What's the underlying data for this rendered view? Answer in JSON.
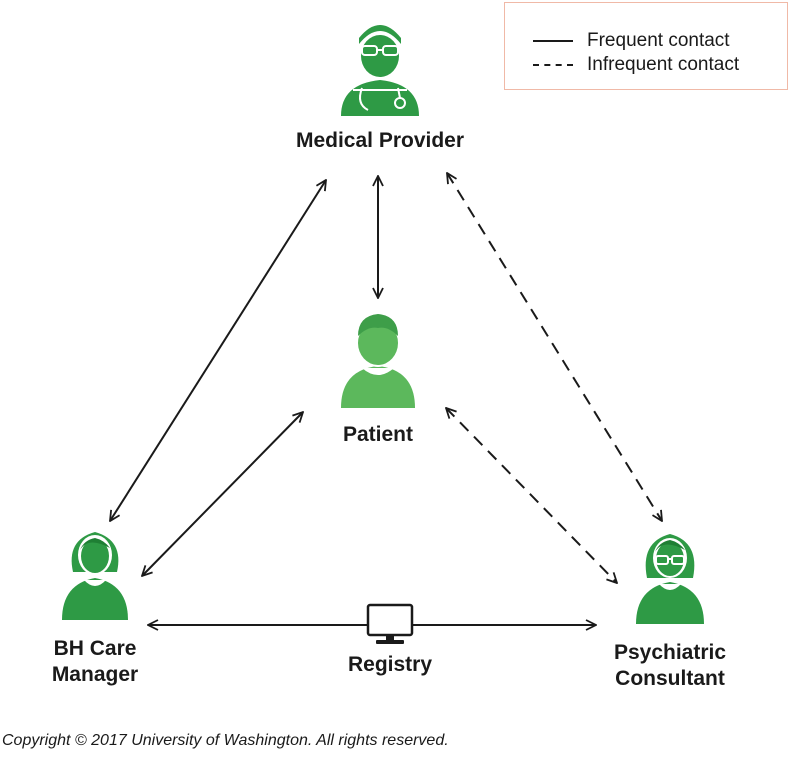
{
  "legend": {
    "frequent_label": "Frequent contact",
    "infrequent_label": "Infrequent contact"
  },
  "nodes": {
    "medical_provider": {
      "label": "Medical Provider",
      "icon": "doctor-icon"
    },
    "patient": {
      "label": "Patient",
      "icon": "patient-icon"
    },
    "bh_care_manager": {
      "label_line1": "BH Care",
      "label_line2": "Manager",
      "icon": "care-manager-icon"
    },
    "psychiatric_consultant": {
      "label_line1": "Psychiatric",
      "label_line2": "Consultant",
      "icon": "consultant-icon"
    }
  },
  "registry": {
    "label": "Registry",
    "icon": "computer-monitor-icon"
  },
  "connections": [
    {
      "from": "Medical Provider",
      "to": "Patient",
      "style": "frequent"
    },
    {
      "from": "Medical Provider",
      "to": "BH Care Manager",
      "style": "frequent"
    },
    {
      "from": "Patient",
      "to": "BH Care Manager",
      "style": "frequent"
    },
    {
      "from": "BH Care Manager",
      "to": "Psychiatric Consultant",
      "style": "frequent"
    },
    {
      "from": "Medical Provider",
      "to": "Psychiatric Consultant",
      "style": "infrequent"
    },
    {
      "from": "Patient",
      "to": "Psychiatric Consultant",
      "style": "infrequent"
    }
  ],
  "copyright": "Copyright © 2017 University of Washington. All rights reserved.",
  "colors": {
    "person_green": "#2e9a45",
    "person_light_green": "#5cb85c",
    "legend_border": "#f0b9a7"
  }
}
